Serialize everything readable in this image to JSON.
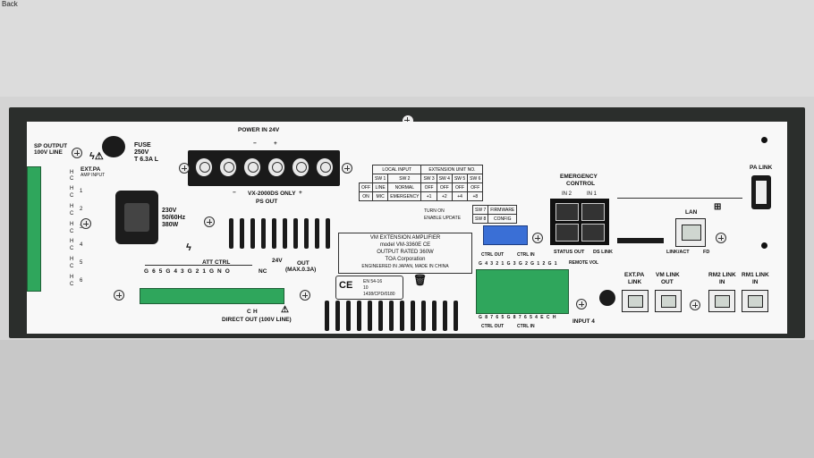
{
  "nav": {
    "back_label": "Back"
  },
  "colors": {
    "chassis": "#2b2e2c",
    "panel": "#f8f8f8",
    "terminal_green": "#2fa65c",
    "dip_blue": "#3a6fd6"
  },
  "left": {
    "sp_output": "SP OUTPUT",
    "line_100v": "100V LINE",
    "ext_pa": "EXT.PA",
    "amp_input": "AMP INPUT",
    "channels": [
      "1",
      "2",
      "3",
      "4",
      "5",
      "6"
    ],
    "h_label": "H",
    "c_label": "C",
    "fuse": "FUSE",
    "fuse_v": "250V",
    "fuse_rating": "T 6.3A L",
    "power_v": "230V",
    "power_hz": "50/60Hz",
    "power_w": "380W"
  },
  "power_in": {
    "label": "POWER IN 24V",
    "minus": "−",
    "plus": "+"
  },
  "ps_out": {
    "model": "VX-2000DS ONLY",
    "label": "PS OUT",
    "minus": "−",
    "plus": "+"
  },
  "att": {
    "label": "ATT CTRL",
    "pins": [
      "G",
      "6",
      "5",
      "G",
      "4",
      "3",
      "G",
      "2",
      "1",
      "G",
      "NO"
    ],
    "nc": "NC",
    "out_v": "24V",
    "out": "OUT",
    "out_max": "(MAX.0.3A)",
    "direct_c": "C",
    "direct_h": "H",
    "direct_out": "DIRECT OUT (100V LINE)"
  },
  "switch_table": {
    "local_input": "LOCAL INPUT",
    "ext_unit": "EXTENSION UNIT NO.",
    "cols": [
      "SW 1",
      "SW 2",
      "SW 3",
      "SW 4",
      "SW 5",
      "SW 6"
    ],
    "off_label": "OFF",
    "on_label": "ON",
    "off_row": [
      "LINE",
      "NORMAL",
      "OFF",
      "OFF",
      "OFF",
      "OFF"
    ],
    "on_row": [
      "MIC",
      "EMERGENCY",
      "+1",
      "+2",
      "+4",
      "+8"
    ],
    "turn_on": "TURN ON",
    "enable_update": "ENABLE UPDATE",
    "sw7": "SW 7",
    "firmware": "FIRMWARE",
    "sw8": "SW 8",
    "config": "CONFIG"
  },
  "nameplate": {
    "l1": "VM EXTENSION AMPLIFIER",
    "l2": "model VM-3360E CE",
    "l3": "OUTPUT RATED 360W",
    "l4": "TOA Corporation",
    "l5": "ENGINEERED IN JAPAN, MADE IN CHINA"
  },
  "cert": {
    "ce": "CE",
    "en": "EN 54-16",
    "yr": "10",
    "cpd": "1438/CPD/0180"
  },
  "ctrl": {
    "out_top": "CTRL OUT",
    "in_top": "CTRL IN",
    "pins_top": [
      "G",
      "4",
      "3",
      "2",
      "1",
      "G",
      "3",
      "G",
      "2",
      "G",
      "1",
      "2",
      "G",
      "1"
    ],
    "pins_bottom": [
      "G",
      "8",
      "7",
      "6",
      "5",
      "G",
      "8",
      "7",
      "6",
      "5",
      "4",
      "E",
      "C",
      "H"
    ],
    "out_bottom": "CTRL OUT",
    "in_bottom": "CTRL IN",
    "remote_vol": "REMOTE VOL",
    "input4": "INPUT 4"
  },
  "emergency": {
    "title1": "EMERGENCY",
    "title2": "CONTROL",
    "in2": "IN 2",
    "in1": "IN 1",
    "status_out": "STATUS OUT",
    "ds_link": "DS LINK"
  },
  "lan": {
    "label": "LAN",
    "link_act": "LINK/ACT",
    "fd": "FD"
  },
  "pa_link": {
    "label": "PA LINK"
  },
  "ports": [
    {
      "l1": "EXT.PA",
      "l2": "LINK"
    },
    {
      "l1": "VM LINK",
      "l2": "OUT"
    },
    {
      "l1": "RM2 LINK",
      "l2": "IN"
    },
    {
      "l1": "RM1 LINK",
      "l2": "IN"
    }
  ]
}
